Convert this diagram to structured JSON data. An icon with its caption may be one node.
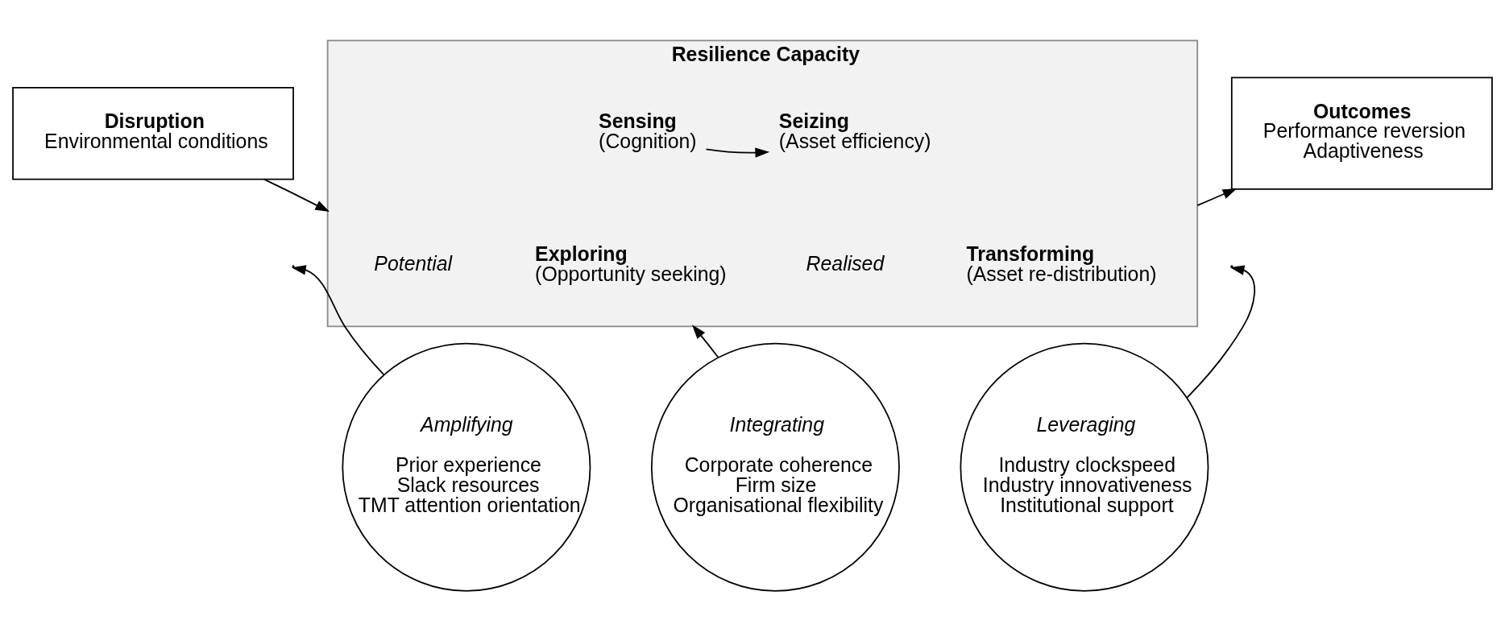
{
  "diagram": {
    "nodes": [
      {
        "text": [
          "Disruption",
          "Environmental conditions"
        ]
      },
      {
        "text": [
          "Resilience Capacity"
        ]
      },
      {
        "text": [
          "Potential"
        ],
        "in": 1
      },
      {
        "text": [
          "Sensing",
          "(Cognition)"
        ],
        "in": 1
      },
      {
        "text": [
          "Exploring",
          "(Opportunity seeking)"
        ],
        "in": 1
      },
      {
        "text": [
          "Realised"
        ],
        "in": 1
      },
      {
        "text": [
          "Seizing",
          "(Asset efficiency)"
        ],
        "in": 1
      },
      {
        "text": [
          "Transforming",
          "(Asset re-distribution)"
        ],
        "in": 1
      },
      {
        "text": [
          "Outcomes",
          "Performance reversion",
          "Adaptiveness"
        ]
      },
      {
        "text": [
          "Amplifying",
          "Prior experience",
          "Slack resources",
          "TMT attention orientation"
        ]
      },
      {
        "text": [
          "Integrating",
          "Corporate coherence",
          "Firm size",
          "Organisational flexibility"
        ]
      },
      {
        "text": [
          "Leveraging",
          "Industry clockspeed",
          "Industry innovativeness",
          "Institutional support"
        ]
      }
    ],
    "edges": [
      {
        "from": 0,
        "to": 1,
        "arrow": "to"
      },
      {
        "from": 3,
        "to": 6,
        "arrow": "to"
      },
      {
        "from": 1,
        "to": 8,
        "arrow": "to"
      },
      {
        "from": 9,
        "to": null,
        "arrow": "to"
      },
      {
        "from": 10,
        "to": 1,
        "arrow": "to"
      },
      {
        "from": 11,
        "to": null,
        "arrow": "to"
      }
    ]
  }
}
